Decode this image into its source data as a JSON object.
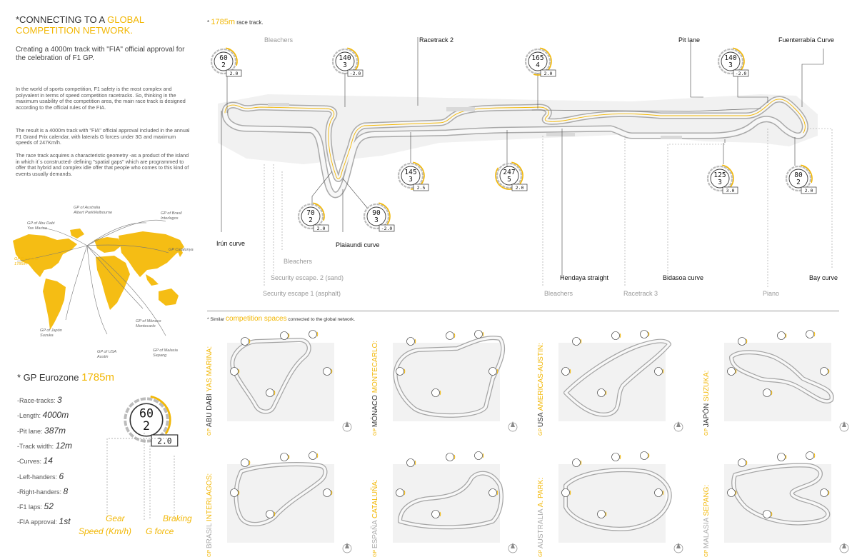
{
  "header": {
    "title_prefix": "*CONNECTING TO A ",
    "title_highlight": "GLOBAL COMPETITION NETWORK.",
    "intro": "Creating a 4000m track with \"FIA\" official approval for the celebration of F1 GP.",
    "paragraphs": [
      "In the world of sports competition, F1 safety is the most complex and polyvalent in terms of speed competition racetracks. So, thinking in the maximum usability of the competition area, the main race track is designed according to the official rules of the FIA.",
      "The result is a 4000m track with \"FIA\" official approval included in the annual F1 Grand Prix calendar, with laterals G forces under 3G and maximum speeds of 247Km/h.",
      "The race track acquires a characteristic geometry -as a product of the island in which it´s constructed- defining \"spatial gaps\" which are programmed  to offer that hybrid and complex idle offer that people who comes to this kind of events usually demands."
    ]
  },
  "map": {
    "labels": [
      {
        "l1": "GP of Australia",
        "l2": "Albert ParkMelbourne"
      },
      {
        "l1": "GP of Brasil",
        "l2": "Interlagos"
      },
      {
        "l1": "GP of Abu Dabi",
        "l2": "Yas Marina"
      },
      {
        "l1": "GP Catalunya",
        "l2": ""
      },
      {
        "l1": "GP Eurozone",
        "l2": "1785m"
      },
      {
        "l1": "GP of Japón",
        "l2": "Suzuka"
      },
      {
        "l1": "GP of Mónaco",
        "l2": "Montecarlo"
      },
      {
        "l1": "GP of USA",
        "l2": "Austin"
      },
      {
        "l1": "GP of Malasia",
        "l2": "Sepang"
      }
    ]
  },
  "eurozone": {
    "title_prefix": "* GP Eurozone ",
    "title_value": "1785m",
    "stats": [
      {
        "label": "-Race-tracks:",
        "value": "3"
      },
      {
        "label": "-Length:",
        "value": "4000m"
      },
      {
        "label": "-Pit lane:",
        "value": "387m"
      },
      {
        "label": "-Track width:",
        "value": "12m"
      },
      {
        "label": "-Curves:",
        "value": "14"
      },
      {
        "label": "-Left-handers:",
        "value": "6"
      },
      {
        "label": "-Right-handers:",
        "value": "8"
      },
      {
        "label": "-F1 laps:",
        "value": "52"
      },
      {
        "label": "-FIA approval:",
        "value": "1st"
      }
    ],
    "legend_badge": {
      "speed": "60",
      "gear": "2",
      "g": "2.0",
      "fill": 0.35
    },
    "legend": {
      "gear": "Gear",
      "braking": "Braking",
      "speed": "Speed (Km/h)",
      "gforce": "G force"
    }
  },
  "track": {
    "title_prefix": "* ",
    "title_value": "1785m",
    "title_suffix": " race track.",
    "labels": {
      "bleachers_top": "Bleachers",
      "racetrack2": "Racetrack 2",
      "pit_lane": "Pit lane",
      "fuenterrabia": "Fuenterrabía Curve",
      "irun": "Irún curve",
      "plaiaundi": "Plaiaundi curve",
      "bleachers_mid": "Bleachers",
      "security2": "Security escape. 2 (sand)",
      "security1": "Security escape 1 (asphalt)",
      "hendaya": "Hendaya straight",
      "bleachers_bottom": "Bleachers",
      "racetrack3": "Racetrack 3",
      "bidasoa": "Bidasoa curve",
      "piano": "Piano",
      "bay": "Bay curve"
    },
    "badges": [
      {
        "speed": "60",
        "gear": "2",
        "g": "2.0",
        "fill": 0.3
      },
      {
        "speed": "140",
        "gear": "3",
        "g": "-2.0",
        "fill": 0.45
      },
      {
        "speed": "165",
        "gear": "4",
        "g": "2.0",
        "fill": 0.55
      },
      {
        "speed": "140",
        "gear": "3",
        "g": "-2.0",
        "fill": 0.45
      },
      {
        "speed": "145",
        "gear": "3",
        "g": "2.5",
        "fill": 0.5
      },
      {
        "speed": "247",
        "gear": "5",
        "g": "2.0",
        "fill": 0.85
      },
      {
        "speed": "125",
        "gear": "3",
        "g": "3.0",
        "fill": 0.45
      },
      {
        "speed": "80",
        "gear": "2",
        "g": "2.0",
        "fill": 0.3
      },
      {
        "speed": "70",
        "gear": "2",
        "g": "2.0",
        "fill": 0.3
      },
      {
        "speed": "90",
        "gear": "3",
        "g": "-2.0",
        "fill": 0.35
      }
    ]
  },
  "similar": {
    "prefix": "* Similar ",
    "highlight": "competition spaces",
    "suffix": " connected to the global network.",
    "circuits": [
      {
        "gp": "GP",
        "country": "ABU DABI",
        "name": "YAS MARINA:"
      },
      {
        "gp": "GP",
        "country": "MÓNACO",
        "name": "MONTECARLO:"
      },
      {
        "gp": "GP",
        "country": "USA",
        "name": "AMERICAS-AUSTIN:"
      },
      {
        "gp": "GP",
        "country": "JAPÓN",
        "name": "SUZUKA:"
      },
      {
        "gp": "GP",
        "country": "BRASIL",
        "name": "INTERLAGOS:"
      },
      {
        "gp": "GP",
        "country": "ESPAÑA",
        "name": "CATALUÑA:"
      },
      {
        "gp": "GP",
        "country": "AUSTRALIA",
        "name": "A. PARK:"
      },
      {
        "gp": "GP",
        "country": "MALASIA",
        "name": "SEPANG:"
      }
    ]
  },
  "colors": {
    "accent": "#f2b705",
    "track": "#bfbfbf",
    "text": "#333333"
  }
}
